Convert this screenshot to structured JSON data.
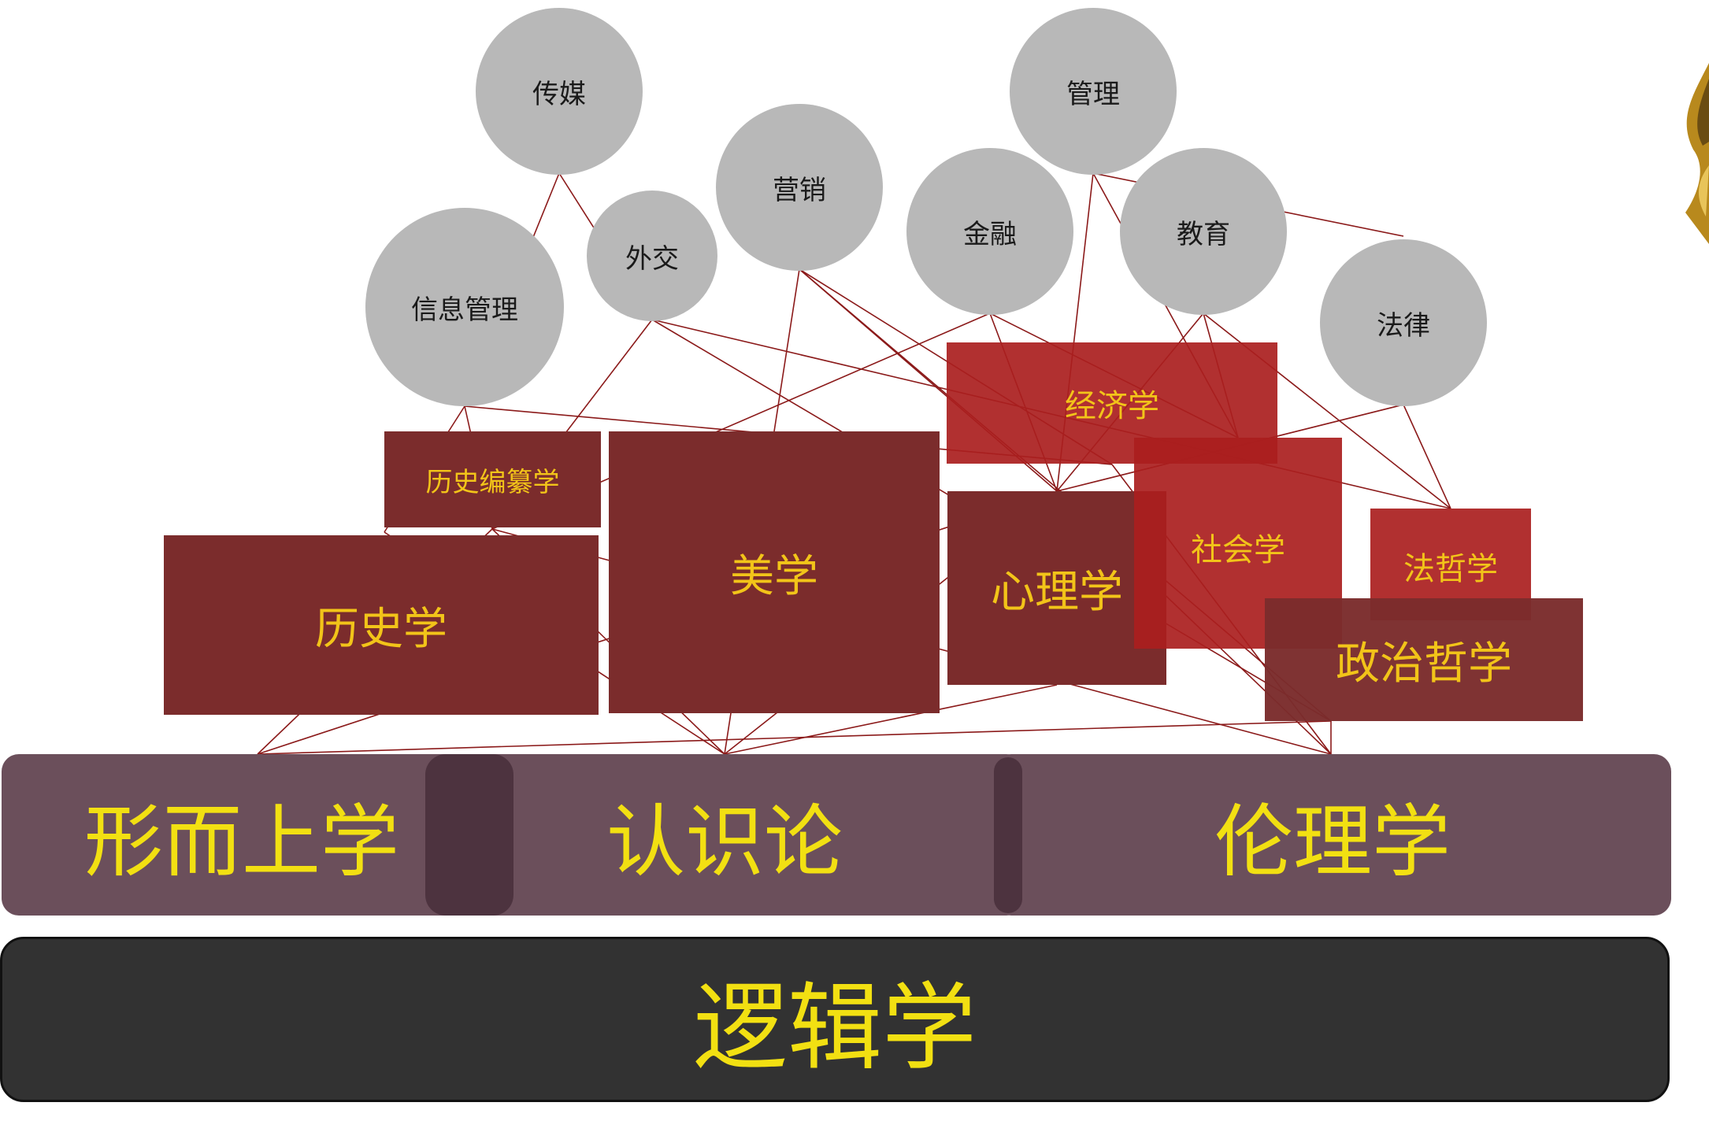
{
  "base": {
    "label": "逻辑学"
  },
  "pillars": [
    {
      "id": "metaphysics",
      "label": "形而上学"
    },
    {
      "id": "epistemology",
      "label": "认识论"
    },
    {
      "id": "ethics",
      "label": "伦理学"
    }
  ],
  "disciplines": [
    {
      "id": "history",
      "label": "历史学"
    },
    {
      "id": "historiography",
      "label": "历史编纂学"
    },
    {
      "id": "aesthetics",
      "label": "美学"
    },
    {
      "id": "economics",
      "label": "经济学"
    },
    {
      "id": "psychology",
      "label": "心理学"
    },
    {
      "id": "sociology",
      "label": "社会学"
    },
    {
      "id": "legal-philosophy",
      "label": "法哲学"
    },
    {
      "id": "political-philosophy",
      "label": "政治哲学"
    }
  ],
  "fields": [
    {
      "id": "media",
      "label": "传媒"
    },
    {
      "id": "management",
      "label": "管理"
    },
    {
      "id": "marketing",
      "label": "营销"
    },
    {
      "id": "finance",
      "label": "金融"
    },
    {
      "id": "education",
      "label": "教育"
    },
    {
      "id": "diplomacy",
      "label": "外交"
    },
    {
      "id": "info-management",
      "label": "信息管理"
    },
    {
      "id": "law",
      "label": "法律"
    }
  ],
  "colors": {
    "base": "#323232",
    "pillar": "#6b4f5b",
    "discipline_dark": "#7b2c2c",
    "discipline_bright": "#aa1e1e",
    "field": "#b8b8b8",
    "label_yellow": "#f2e012",
    "line": "#8b1a1a"
  }
}
